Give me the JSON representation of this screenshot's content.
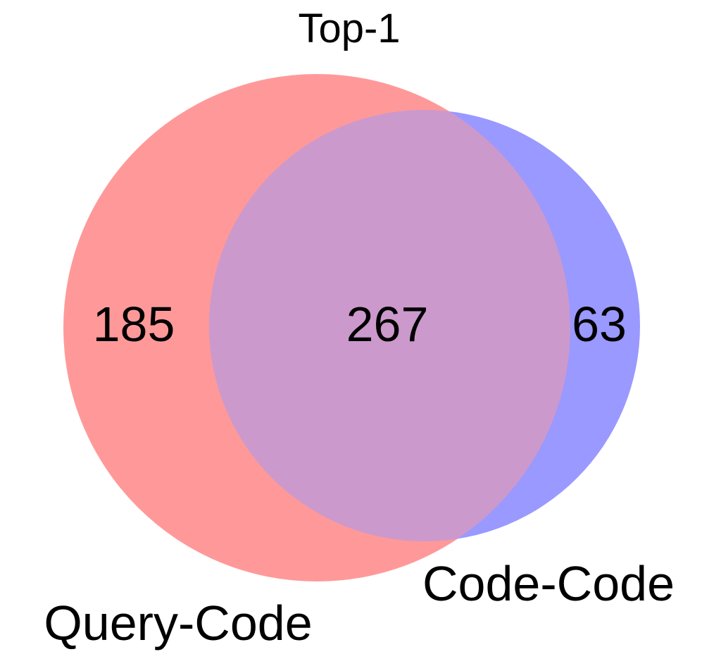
{
  "chart_data": {
    "type": "venn",
    "title": "Top-1",
    "sets": [
      {
        "label": "Query-Code"
      },
      {
        "label": "Code-Code"
      }
    ],
    "regions": {
      "left_only": "185",
      "intersection": "267",
      "right_only": "63"
    },
    "layout": {
      "legend": "none",
      "grid": "off",
      "background": "#ffffff"
    },
    "colors": {
      "left_fill": "#FF9999",
      "right_fill": "#9999FF",
      "intersection_fill": "#CC99CC",
      "text": "#000000"
    }
  }
}
